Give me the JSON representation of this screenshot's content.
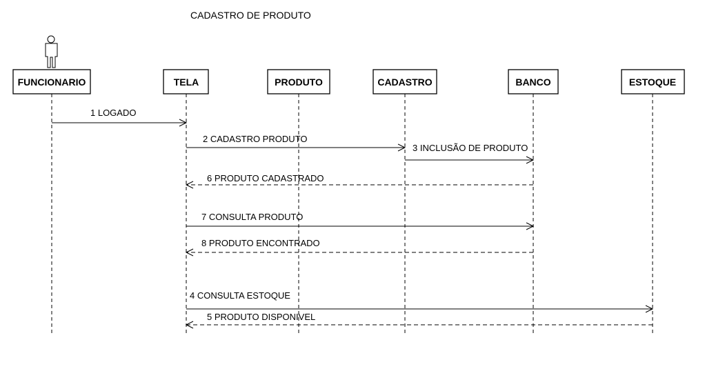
{
  "diagram": {
    "title": "CADASTRO DE PRODUTO",
    "actor_icon": "person-icon",
    "participants": [
      {
        "id": "funcionario",
        "label": "FUNCIONARIO"
      },
      {
        "id": "tela",
        "label": "TELA"
      },
      {
        "id": "produto",
        "label": "PRODUTO"
      },
      {
        "id": "cadastro",
        "label": "CADASTRO"
      },
      {
        "id": "banco",
        "label": "BANCO"
      },
      {
        "id": "estoque",
        "label": "ESTOQUE"
      }
    ],
    "messages": [
      {
        "label": "1 LOGADO",
        "from": "funcionario",
        "to": "tela",
        "type": "sync"
      },
      {
        "label": "2 CADASTRO PRODUTO",
        "from": "tela",
        "to": "cadastro",
        "type": "sync"
      },
      {
        "label": "3 INCLUSÃO DE PRODUTO",
        "from": "cadastro",
        "to": "banco",
        "type": "sync"
      },
      {
        "label": "6 PRODUTO CADASTRADO",
        "from": "banco",
        "to": "tela",
        "type": "reply"
      },
      {
        "label": "7 CONSULTA PRODUTO",
        "from": "tela",
        "to": "banco",
        "type": "sync"
      },
      {
        "label": "8 PRODUTO ENCONTRADO",
        "from": "banco",
        "to": "tela",
        "type": "reply"
      },
      {
        "label": "4 CONSULTA ESTOQUE",
        "from": "tela",
        "to": "estoque",
        "type": "sync"
      },
      {
        "label": "5 PRODUTO DISPONIVEL",
        "from": "estoque",
        "to": "tela",
        "type": "reply"
      }
    ]
  }
}
